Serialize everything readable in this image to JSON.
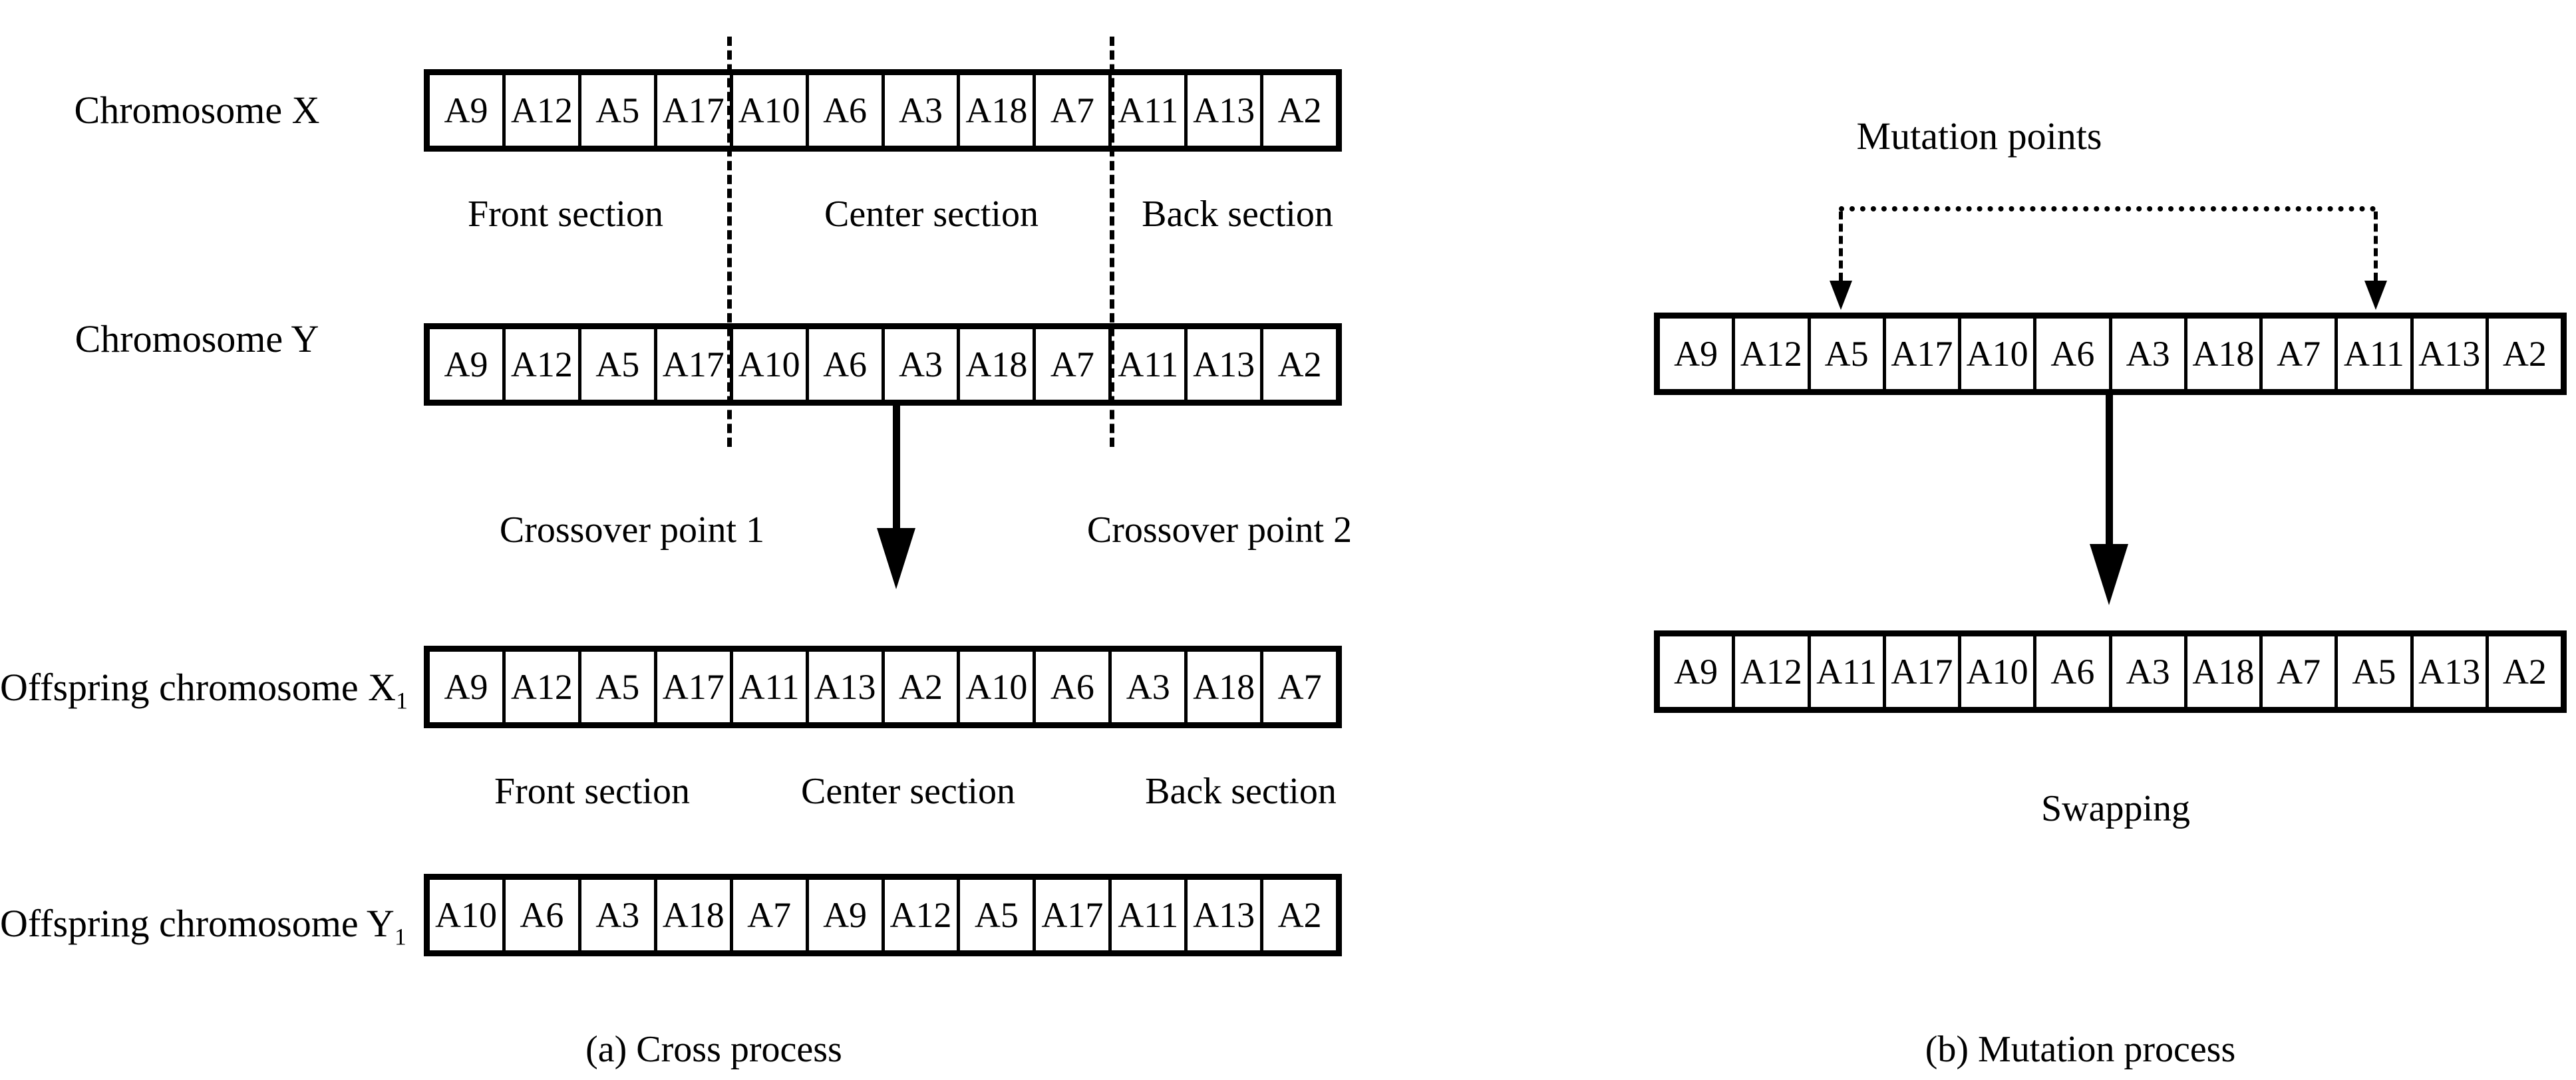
{
  "colors": {
    "ink": "#000000",
    "background": "#ffffff"
  },
  "panel_a": {
    "caption": "(a) Cross process",
    "section_labels_parent": [
      "Front section",
      "Center section",
      "Back section"
    ],
    "section_labels_offspring": [
      "Front section",
      "Center section",
      "Back section"
    ],
    "crossover_point_labels": [
      "Crossover point 1",
      "Crossover point 2"
    ],
    "rows": [
      {
        "label": "Chromosome X",
        "sub": "",
        "cells": [
          "A9",
          "A12",
          "A5",
          "A17",
          "A10",
          "A6",
          "A3",
          "A18",
          "A7",
          "A11",
          "A13",
          "A2"
        ]
      },
      {
        "label": "Chromosome Y",
        "sub": "",
        "cells": [
          "A9",
          "A12",
          "A5",
          "A17",
          "A10",
          "A6",
          "A3",
          "A18",
          "A7",
          "A11",
          "A13",
          "A2"
        ]
      },
      {
        "label": "Offspring chromosome X",
        "sub": "1",
        "cells": [
          "A9",
          "A12",
          "A5",
          "A17",
          "A11",
          "A13",
          "A2",
          "A10",
          "A6",
          "A3",
          "A18",
          "A7"
        ]
      },
      {
        "label": "Offspring chromosome Y",
        "sub": "1",
        "cells": [
          "A10",
          "A6",
          "A3",
          "A18",
          "A7",
          "A9",
          "A12",
          "A5",
          "A17",
          "A11",
          "A13",
          "A2"
        ]
      }
    ]
  },
  "panel_b": {
    "caption": "(b) Mutation process",
    "mutation_points_label": "Mutation points",
    "swapping_label": "Swapping",
    "rows": [
      {
        "cells": [
          "A9",
          "A12",
          "A5",
          "A17",
          "A10",
          "A6",
          "A3",
          "A18",
          "A7",
          "A11",
          "A13",
          "A2"
        ]
      },
      {
        "cells": [
          "A9",
          "A12",
          "A11",
          "A17",
          "A10",
          "A6",
          "A3",
          "A18",
          "A7",
          "A5",
          "A13",
          "A2"
        ]
      }
    ]
  }
}
